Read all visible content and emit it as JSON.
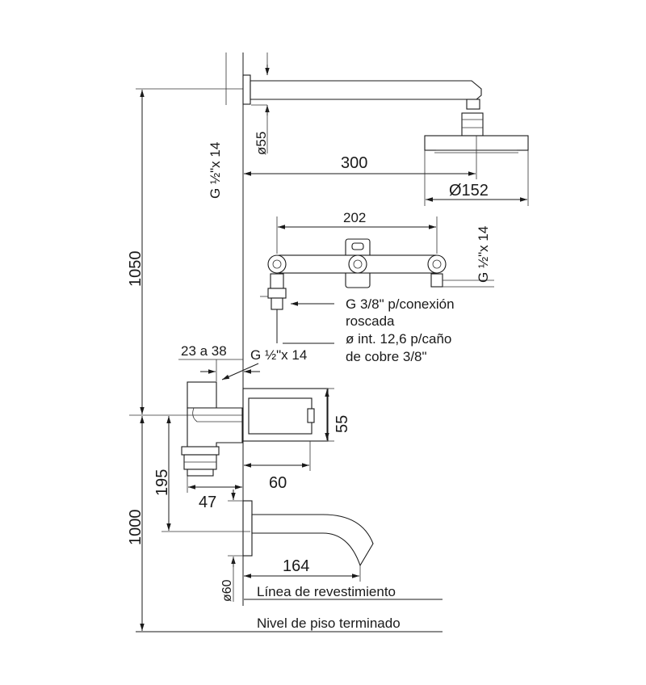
{
  "colors": {
    "ink": "#1a1a1a",
    "background": "#ffffff"
  },
  "dims": {
    "total_height": "1050",
    "thread_shower": "G ½\"x 14",
    "flange_dia": "ø55",
    "arm_length": "300",
    "head_dia": "Ø152",
    "valve_spacing": "202",
    "thread_valve": "G ½\"x 14",
    "thread_inlet": "G 3/8\" p/conexión",
    "thread_inlet_2": "roscada",
    "pipe_note": "ø int. 12,6 p/caño",
    "pipe_note_2": "de cobre 3/8\"",
    "depth_range": "23 a 38",
    "thread_body": "G ½\"x 14",
    "body_height": "55",
    "body_width": "60",
    "body_offset": "195",
    "spout_depth": "47",
    "spout_height": "1000",
    "spout_length": "164",
    "spout_flange_dia": "ø60",
    "wall_line": "Línea de revestimiento",
    "floor_line": "Nivel de piso terminado"
  }
}
